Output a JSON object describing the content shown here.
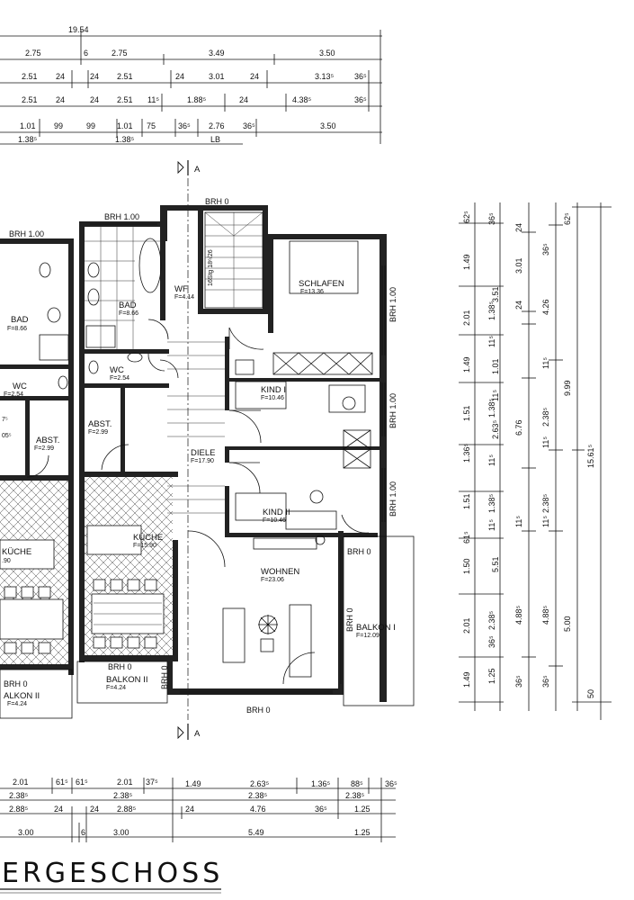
{
  "title_fragment": "ERGESCHOSS",
  "section_marker": "A",
  "top_dims": {
    "overall": "19.54",
    "row1": [
      "2.75",
      "6",
      "2.75",
      "3.49",
      "3.50"
    ],
    "row2": [
      "2.51",
      "24",
      "24",
      "2.51",
      "24",
      "3.01",
      "24",
      "3.13⁵",
      "36⁵"
    ],
    "row3": [
      "2.51",
      "24",
      "24",
      "2.51",
      "11⁵",
      "1.88⁵",
      "24",
      "4.38⁵",
      "36⁵"
    ],
    "row4": [
      "1.01",
      "99",
      "99",
      "1.01",
      "75",
      "36⁵",
      "2.76",
      "36⁵",
      "3.50"
    ],
    "row5": [
      "1.38⁵",
      "1.38⁵",
      "LB"
    ]
  },
  "bottom_dims": {
    "row1": [
      "2.01",
      "61⁵",
      "61⁵",
      "2.01",
      "37⁵",
      "1.49",
      "2.63⁵",
      "1.36⁵",
      "88⁵",
      "36⁵"
    ],
    "row2": [
      "2.38⁵",
      "2.38⁵",
      "2.38⁵",
      "2.38⁵"
    ],
    "row3": [
      "2.88⁵",
      "24",
      "24",
      "2.88⁵",
      "24",
      "4.76",
      "36⁵",
      "1.25"
    ],
    "row4": [
      "3.00",
      "6",
      "3.00",
      "5.49",
      "1.25"
    ]
  },
  "right_dims": {
    "col1": [
      "62⁵",
      "1.49",
      "2.01",
      "1.49",
      "1.51",
      "1.36⁵",
      "1.51",
      "61⁵",
      "1.50",
      "2.01",
      "1.49"
    ],
    "col2": [
      "36⁵",
      "1.38⁵",
      "11⁵",
      "1.38⁵",
      "11⁵",
      "1.38⁵",
      "11⁵",
      "2.38⁵",
      "36⁵",
      "1.25"
    ],
    "col3": [
      "24",
      "3.01",
      "3.51",
      "24",
      "1.01",
      "11⁵",
      "2.63⁵",
      "11⁵",
      "5.51",
      "4.88⁵",
      "36⁵"
    ],
    "col4": [
      "36⁵",
      "4.26",
      "11⁵",
      "2.38⁵",
      "11⁵",
      "11⁵",
      "2.38⁵",
      "4.88⁵",
      "36⁵"
    ],
    "col5": [
      "62⁵",
      "9.99",
      "6.76",
      "5.00"
    ],
    "col6": [
      "15.61⁵",
      "50"
    ]
  },
  "brh_labels": {
    "top_center": "BRH 0",
    "bath_top": "BRH 1.00",
    "left_top": "BRH 1.00",
    "right1": "BRH 1.00",
    "right2": "BRH 1.00",
    "right3": "BRH 1.00",
    "wohnen_right": "BRH 0",
    "balkon_right": "BRH 0",
    "balkon2_top": "BRH 0",
    "balkon2_side": "BRH 0",
    "bottom": "BRH 0",
    "left_bottom": "BRH 0"
  },
  "stair": {
    "label": "16Stg 18⁶/26"
  },
  "rooms": [
    {
      "name": "SCHLAFEN",
      "area": "F=13.36"
    },
    {
      "name": "BAD",
      "area": "F=8.66"
    },
    {
      "name": "WF",
      "area": "F=4.14"
    },
    {
      "name": "WC",
      "area": "F=2.54"
    },
    {
      "name": "ABST.",
      "area": "F=2.99"
    },
    {
      "name": "DIELE",
      "area": "F=17.90"
    },
    {
      "name": "KIND I",
      "area": "F=10.46"
    },
    {
      "name": "KIND II",
      "area": "F=10.46"
    },
    {
      "name": "KÜCHE",
      "area": "F=15.90"
    },
    {
      "name": "WOHNEN",
      "area": "F=23.06"
    },
    {
      "name": "BALKON I",
      "area": "F=12.09"
    },
    {
      "name": "BALKON II",
      "area": "F=4.24"
    }
  ],
  "left_rooms": [
    {
      "name": "BAD",
      "area": "F=8.66"
    },
    {
      "name": "WC",
      "area": "F=2.54"
    },
    {
      "name": "ABST.",
      "area": "F=2.99"
    },
    {
      "name": "KÜCHE",
      "area": ".90"
    },
    {
      "name": "ALKON II",
      "area": "F=4.24"
    }
  ],
  "left_fragments": [
    "7⁵",
    "05⁵"
  ]
}
